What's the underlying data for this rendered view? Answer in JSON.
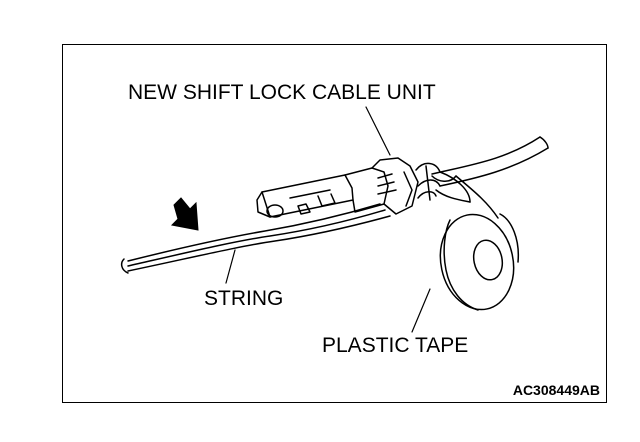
{
  "labels": {
    "cable_unit": "NEW SHIFT LOCK CABLE UNIT",
    "string": "STRING",
    "plastic_tape": "PLASTIC TAPE"
  },
  "figure_code": "AC308449AB",
  "icons": {
    "arrow": "down-right-arrow-icon"
  }
}
